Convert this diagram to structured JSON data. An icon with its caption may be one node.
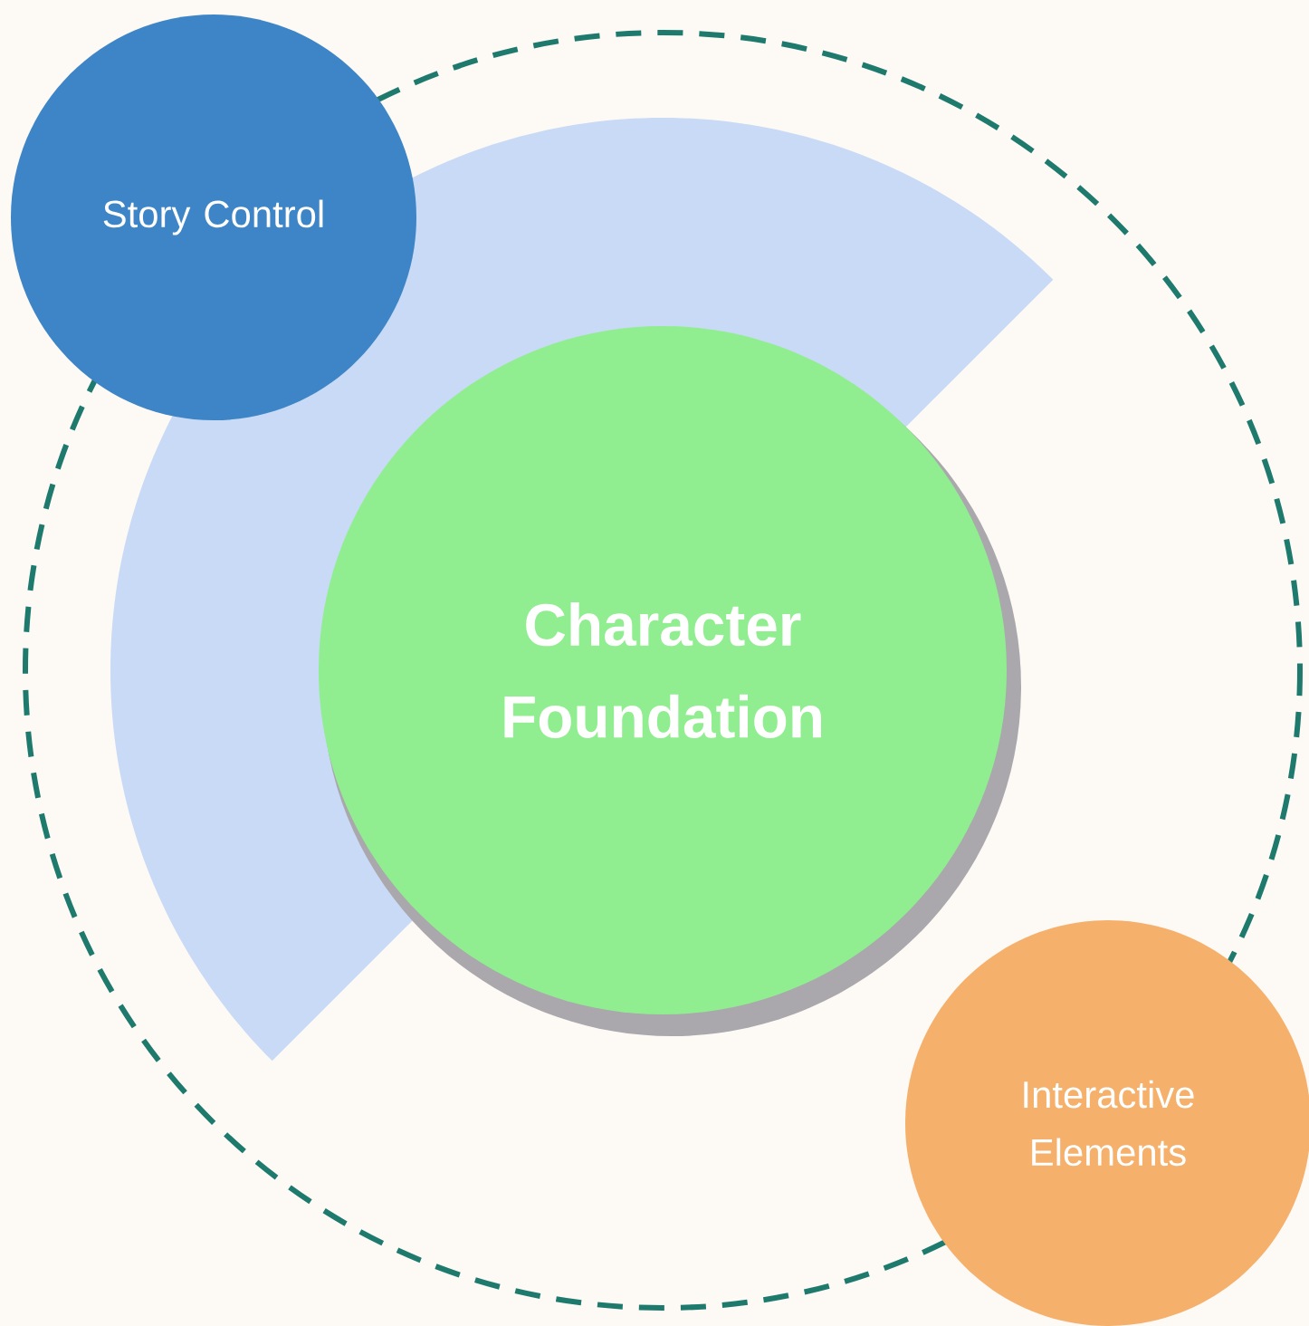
{
  "diagram": {
    "nodes": [
      {
        "text": [
          "Story Control"
        ]
      },
      {
        "text": [
          "Character Foundation"
        ]
      },
      {
        "text": [
          "Interactive Elements"
        ]
      }
    ]
  }
}
